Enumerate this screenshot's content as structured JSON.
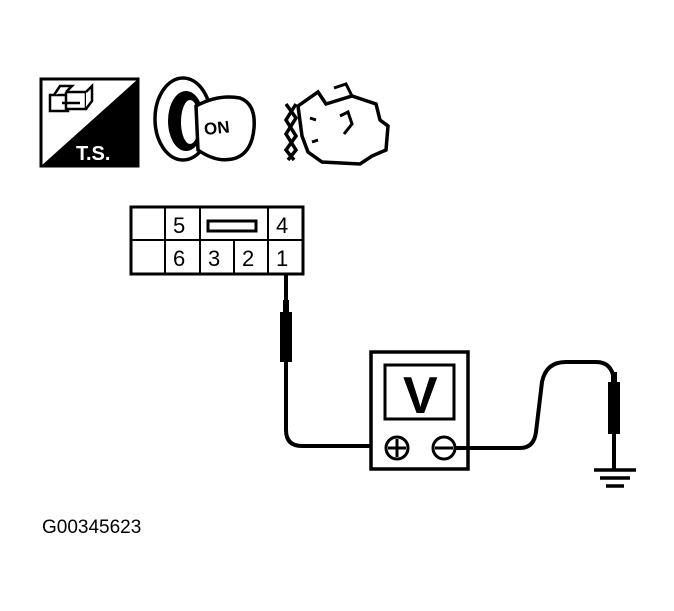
{
  "icons": {
    "test_stand_label": "T.S.",
    "ignition_label": "ON"
  },
  "connector": {
    "top_row": [
      "5",
      "4"
    ],
    "bottom_row": [
      "6",
      "3",
      "2",
      "1"
    ]
  },
  "meter": {
    "label": "V",
    "positive_terminal": "⊕",
    "negative_terminal": "⊖"
  },
  "figure_code": "G00345623"
}
